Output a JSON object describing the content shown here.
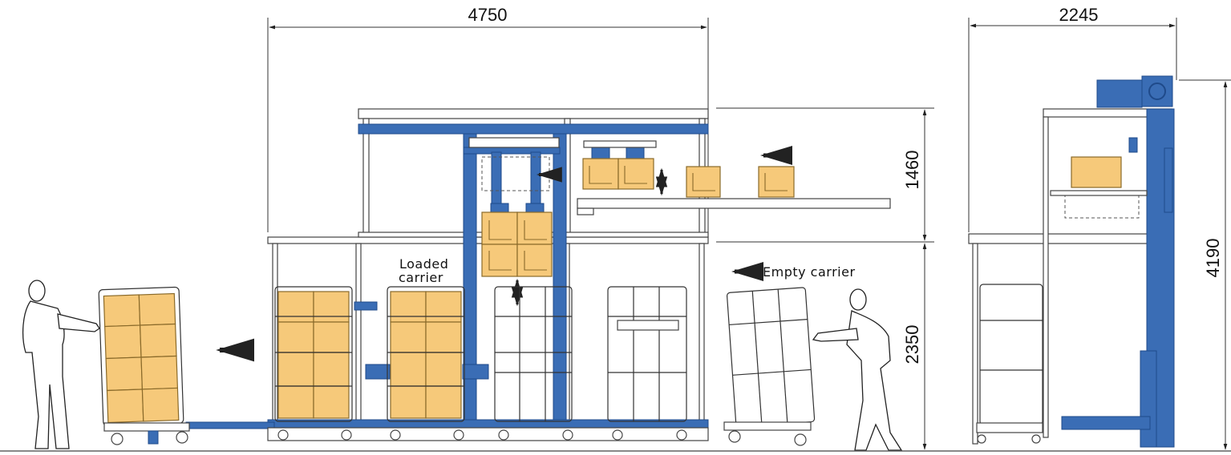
{
  "dimensions": {
    "main_width": "4750",
    "side_width": "2245",
    "upper_height": "1460",
    "lower_height": "2350",
    "total_height": "4190"
  },
  "labels": {
    "loaded_carrier_line1": "Loaded",
    "loaded_carrier_line2": "carrier",
    "empty_carrier": "Empty carrier"
  },
  "colors": {
    "machine_blue": "#3a6db5",
    "box_orange": "#f6c97a"
  }
}
